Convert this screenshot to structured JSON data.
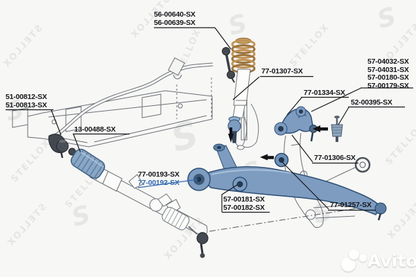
{
  "watermark": {
    "brand": "STELLOX",
    "logo_letter": "S"
  },
  "marketplace": {
    "name": "Avito"
  },
  "colors": {
    "background": "#f7f7f5",
    "label_text": "#15161a",
    "link_blue": "#3268b0",
    "highlight_part_blue": "#7d9cc0",
    "highlight_part_dark": "#43484f",
    "spring_tan": "#c09457",
    "line_art_gray": "#6a6f76"
  },
  "labels": {
    "stab_link_lines": [
      "56-00640-SX",
      "56-00639-SX"
    ],
    "shock": "77-01307-SX",
    "right_stack_lines": [
      "57-04032-SX",
      "57-04031-SX",
      "57-00180-SX",
      "57-00179-SX"
    ],
    "upper_arm": "77-01334-SX",
    "ball_pin": "52-00395-SX",
    "tie_rod_lines": [
      "51-00812-SX",
      "51-00813-SX"
    ],
    "bellows": "13-00488-SX",
    "rack_black": "77-00193-SX",
    "rack_blue": "77-00192-SX",
    "mount_pair_lines": [
      "57-00181-SX",
      "57-00182-SX"
    ],
    "bushing_upper": "77-01306-SX",
    "bushing_lower": "77-01257-SX"
  }
}
